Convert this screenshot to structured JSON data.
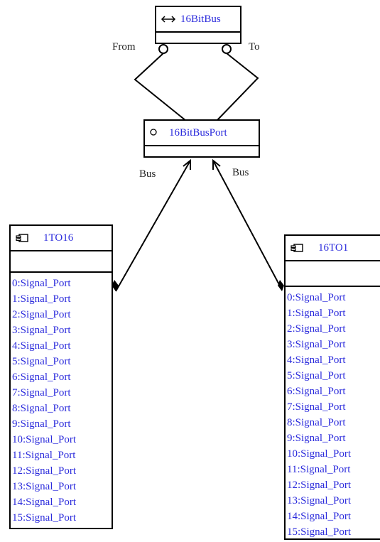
{
  "bus": {
    "name": "16BitBus",
    "icon": "double-arrow-icon"
  },
  "busport": {
    "name": "16BitBusPort",
    "icon": "circle-icon"
  },
  "labels": {
    "from": "From",
    "to": "To",
    "bus_left": "Bus",
    "bus_right": "Bus"
  },
  "left_component": {
    "name": "1TO16",
    "icon": "component-icon",
    "ports": [
      "0:Signal_Port",
      "1:Signal_Port",
      "2:Signal_Port",
      "3:Signal_Port",
      "4:Signal_Port",
      "5:Signal_Port",
      "6:Signal_Port",
      "7:Signal_Port",
      "8:Signal_Port",
      "9:Signal_Port",
      "10:Signal_Port",
      "11:Signal_Port",
      "12:Signal_Port",
      "13:Signal_Port",
      "14:Signal_Port",
      "15:Signal_Port"
    ]
  },
  "right_component": {
    "name": "16TO1",
    "icon": "component-icon",
    "ports": [
      "0:Signal_Port",
      "1:Signal_Port",
      "2:Signal_Port",
      "3:Signal_Port",
      "4:Signal_Port",
      "5:Signal_Port",
      "6:Signal_Port",
      "7:Signal_Port",
      "8:Signal_Port",
      "9:Signal_Port",
      "10:Signal_Port",
      "11:Signal_Port",
      "12:Signal_Port",
      "13:Signal_Port",
      "14:Signal_Port",
      "15:Signal_Port"
    ]
  }
}
